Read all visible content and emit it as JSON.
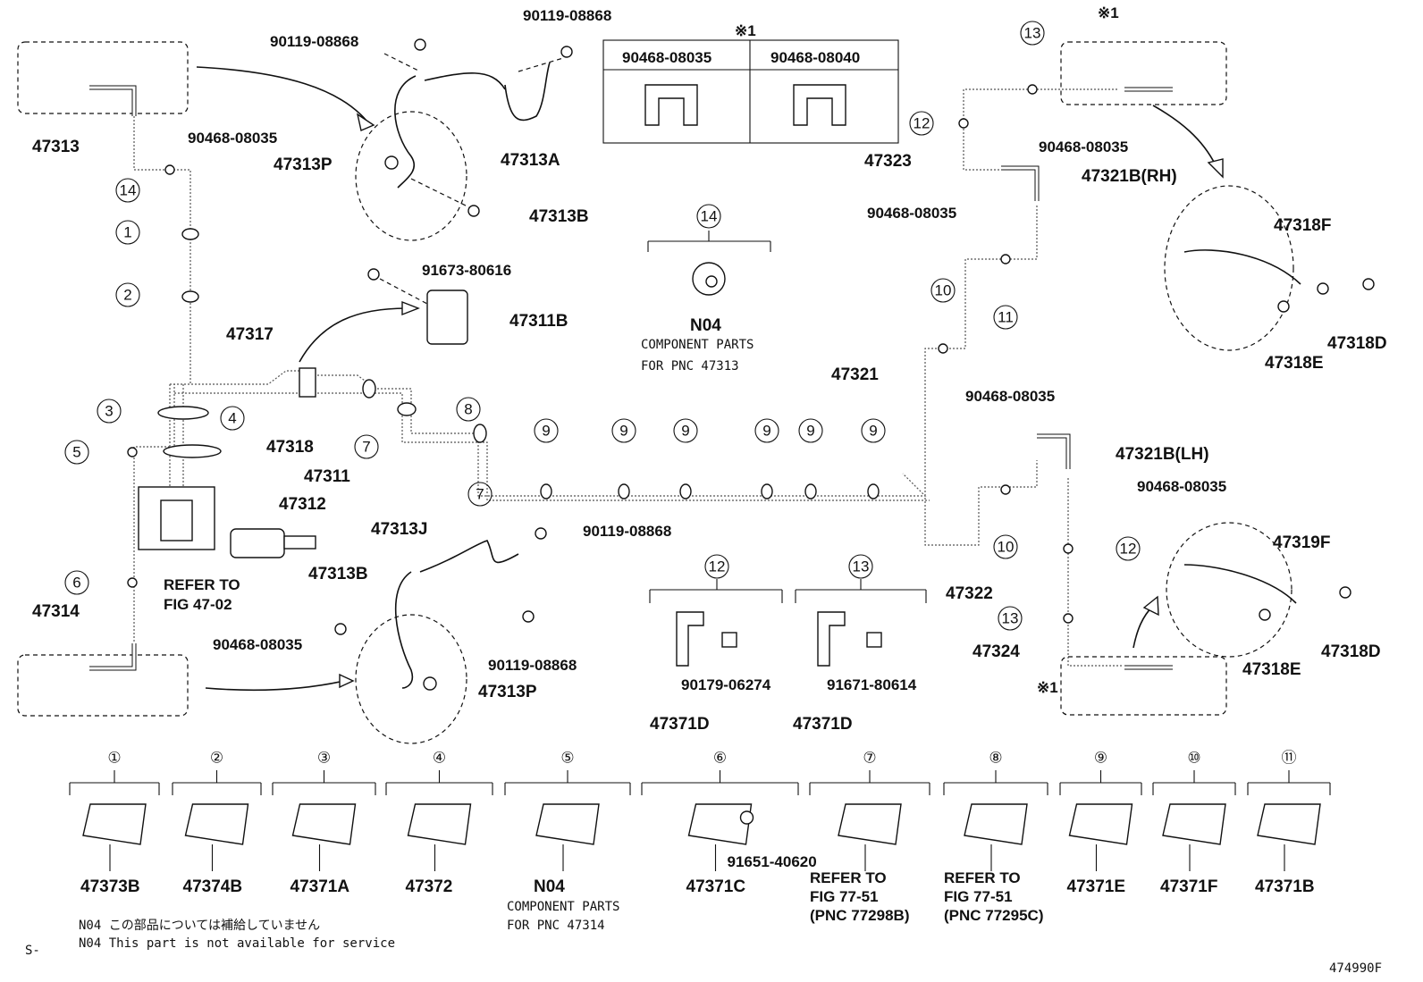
{
  "labels": {
    "p47313": "47313",
    "p90468_a": "90468-08035",
    "p90119_a": "90119-08868",
    "p90119_b": "90119-08868",
    "p47313P_a": "47313P",
    "p47313A": "47313A",
    "p47313B_a": "47313B",
    "p91673": "91673-80616",
    "p47311B": "47311B",
    "p47317": "47317",
    "p47318": "47318",
    "p47311": "47311",
    "p47312": "47312",
    "refer_fig_l1": "REFER TO",
    "refer_fig_l2": "FIG 47-02",
    "p47314": "47314",
    "p90468_b": "90468-08035",
    "p47313J": "47313J",
    "p47313B_b": "47313B",
    "p90119_c": "90119-08868",
    "p90119_d": "90119-08868",
    "p47313P_b": "47313P",
    "p47323": "47323",
    "p90468_c": "90468-08035",
    "p47321B_RH": "47321B(RH)",
    "p90468_d": "90468-08035",
    "p47318F": "47318F",
    "p47318D_a": "47318D",
    "p47318E_a": "47318E",
    "p47321": "47321",
    "p90468_e": "90468-08035",
    "p47321B_LH": "47321B(LH)",
    "p90468_f": "90468-08035",
    "p47319F": "47319F",
    "p47318D_b": "47318D",
    "p47318E_b": "47318E",
    "p47322": "47322",
    "p47324": "47324",
    "p90179": "90179-06274",
    "p91671": "91671-80614",
    "p47371D_a": "47371D",
    "p47371D_b": "47371D",
    "n04_top": "N04",
    "comp_top_l1": "COMPONENT PARTS",
    "comp_top_l2": "FOR PNC 47313",
    "note_mark": "※1",
    "note_mark_b": "※1",
    "note_mark_c": "※1",
    "table_col1": "90468-08035",
    "table_col2": "90468-08040"
  },
  "bottom_parts": [
    {
      "num": "①",
      "pn": "47373B"
    },
    {
      "num": "②",
      "pn": "47374B"
    },
    {
      "num": "③",
      "pn": "47371A"
    },
    {
      "num": "④",
      "pn": "47372"
    },
    {
      "num": "⑤",
      "pn": "N04",
      "l1": "COMPONENT PARTS",
      "l2": "FOR PNC 47314"
    },
    {
      "num": "⑥",
      "pn": "47371C",
      "extra": "91651-40620"
    },
    {
      "num": "⑦",
      "l1": "REFER TO",
      "l2": "FIG 77-51",
      "l3": "(PNC 77298B)"
    },
    {
      "num": "⑧",
      "l1": "REFER TO",
      "l2": "FIG 77-51",
      "l3": "(PNC 77295C)"
    },
    {
      "num": "⑨",
      "pn": "47371E"
    },
    {
      "num": "⑩",
      "pn": "47371F"
    },
    {
      "num": "⑪",
      "pn": "47371B"
    }
  ],
  "footer": {
    "note_jp": "N04 この部品については補給していません",
    "note_en": "N04 This part is not available for service",
    "prefix": "S-",
    "figure_id": "474990F"
  }
}
